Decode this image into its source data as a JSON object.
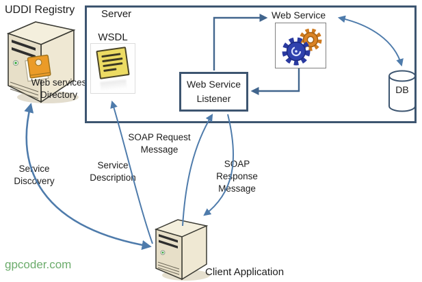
{
  "watermark": "gpcoder.com",
  "colors": {
    "box_border_navy": "#3d5570",
    "arrow_steel_blue": "#4e7bab",
    "arrow_navy": "#41658d",
    "note_yellow": "#ecdb63",
    "gear_blue": "#2f41ad",
    "gear_orange": "#db8324",
    "tower_beige": "#e7dfc8",
    "watermark_green": "#6cac6c"
  },
  "nodes": {
    "uddi": {
      "title": "UDDI Registry",
      "caption": "Web services\nDirectory"
    },
    "server": {
      "label": "Server"
    },
    "wsdl": {
      "label": "WSDL"
    },
    "web_service": {
      "label": "Web Service"
    },
    "listener": {
      "label": "Web Service\nListener"
    },
    "db": {
      "label": "DB"
    },
    "client": {
      "label": "Client Application"
    }
  },
  "edges": {
    "service_discovery": {
      "label": "Service\nDiscovery"
    },
    "service_description": {
      "label": "Service\nDescription"
    },
    "soap_request": {
      "label": "SOAP Request\nMessage"
    },
    "soap_response": {
      "label": "SOAP\nResponse\nMessage"
    }
  }
}
